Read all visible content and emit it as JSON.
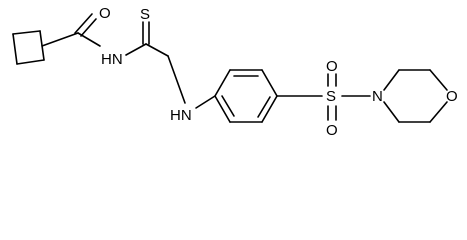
{
  "molecule": {
    "atom_labels": {
      "carbonyl_oxygen": "O",
      "amide_nitrogen": "HN",
      "thione_sulfur": "S",
      "aryl_nitrogen": "HN",
      "sulfonyl_sulfur": "S",
      "sulfonyl_oxygen_top": "O",
      "sulfonyl_oxygen_bottom": "O",
      "morpholine_nitrogen": "N",
      "morpholine_oxygen": "O"
    }
  }
}
